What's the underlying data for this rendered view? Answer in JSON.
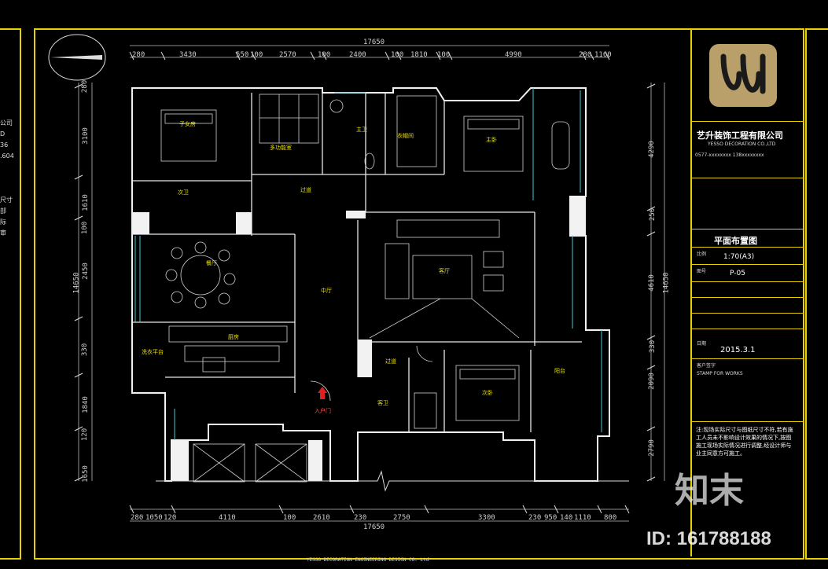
{
  "dimensions": {
    "top_total": "17650",
    "top_segments": [
      "280",
      "3430",
      "550",
      "100",
      "2570",
      "100",
      "2400",
      "100",
      "1810",
      "100",
      "4990",
      "280",
      "1160"
    ],
    "bottom_total": "17650",
    "bottom_segments": [
      "280",
      "1050",
      "120",
      "4110",
      "100",
      "2610",
      "230",
      "2750",
      "3300",
      "230",
      "950",
      "140",
      "1110",
      "800"
    ],
    "left_total": "14650",
    "left_segments": [
      "280",
      "3100",
      "1610",
      "100",
      "2450",
      "330",
      "1840",
      "120",
      "1650"
    ],
    "right_total": "14650",
    "right_segments": [
      "4290",
      "250",
      "4610",
      "330",
      "2090",
      "2790"
    ]
  },
  "rooms": {
    "child_room": "子女房",
    "multi_room": "多功能室",
    "wc": "主卫",
    "closet": "衣帽间",
    "master": "主卧",
    "bath2": "次卫",
    "corridor1": "过道",
    "dining": "餐厅",
    "hall": "中厅",
    "living": "客厅",
    "kitchen": "厨房",
    "laundry": "洗衣平台",
    "corridor2": "过道",
    "bath3": "客卫",
    "bedroom2": "次卧",
    "balcony": "阳台",
    "entrance": "入户门"
  },
  "title_block": {
    "company_cn": "艺升装饰工程有限公司",
    "company_en": "YESSO DECORATION CO.,LTD",
    "phone": "0577-xxxxxxxx 138xxxxxxxx",
    "drawing_title": "平面布置图",
    "scale_label": "比例",
    "scale": "1:70(A3)",
    "number_label": "图号",
    "number": "P-05",
    "date_label": "日期",
    "date": "2015.3.1",
    "stamp_label": "客户签字",
    "stamp_en": "STAMP FOR WORKS",
    "notes": "注:现场实际尺寸与图纸尺寸不符,若有施工人员未不影响设计效果的情况下,按图施工现场实际情况进行调整,经设计师与业主同意方可施工。"
  },
  "footer": "YESSO DECORATION ENGINEERING DESIGN CO. Ltd",
  "watermark": {
    "brand": "知末",
    "id_label": "ID: 161788188"
  },
  "colors": {
    "frame": "#e6d200",
    "walls": "#ffffff",
    "furniture": "#d8d8d8",
    "dimension": "#cfcfcf",
    "room_label": "#e8e000",
    "logo": "#b9a06a"
  }
}
